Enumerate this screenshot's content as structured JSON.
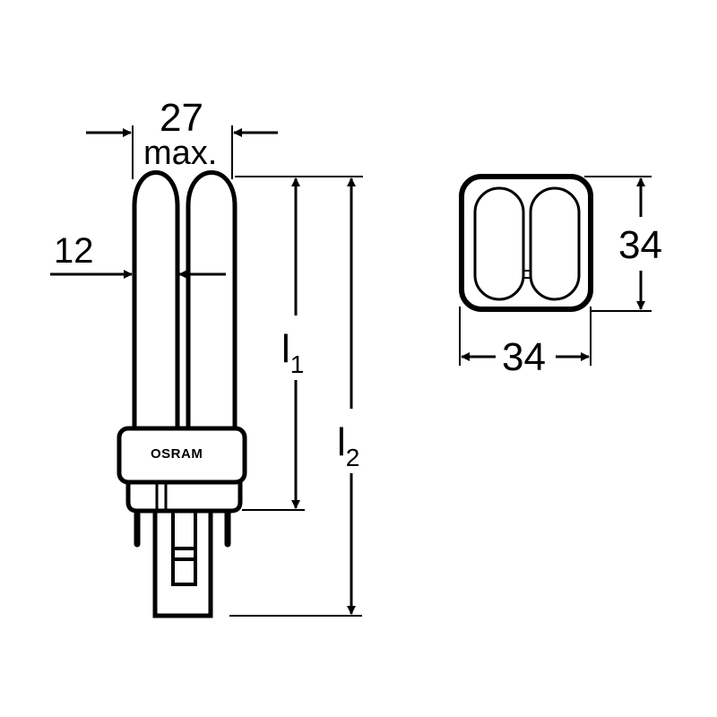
{
  "drawing": {
    "subject": "Compact fluorescent lamp, 2-tube with G24 base",
    "brand_label": "OSRAM",
    "line_color": "#000000",
    "background": "#ffffff"
  },
  "side_view": {
    "width_dim": {
      "value": "27",
      "suffix": "max."
    },
    "tube_dim": {
      "value": "12"
    },
    "length_1": {
      "symbol": "l",
      "subscript": "1"
    },
    "length_2": {
      "symbol": "l",
      "subscript": "2"
    }
  },
  "top_view": {
    "height_dim": {
      "value": "34"
    },
    "width_dim": {
      "value": "34"
    }
  }
}
